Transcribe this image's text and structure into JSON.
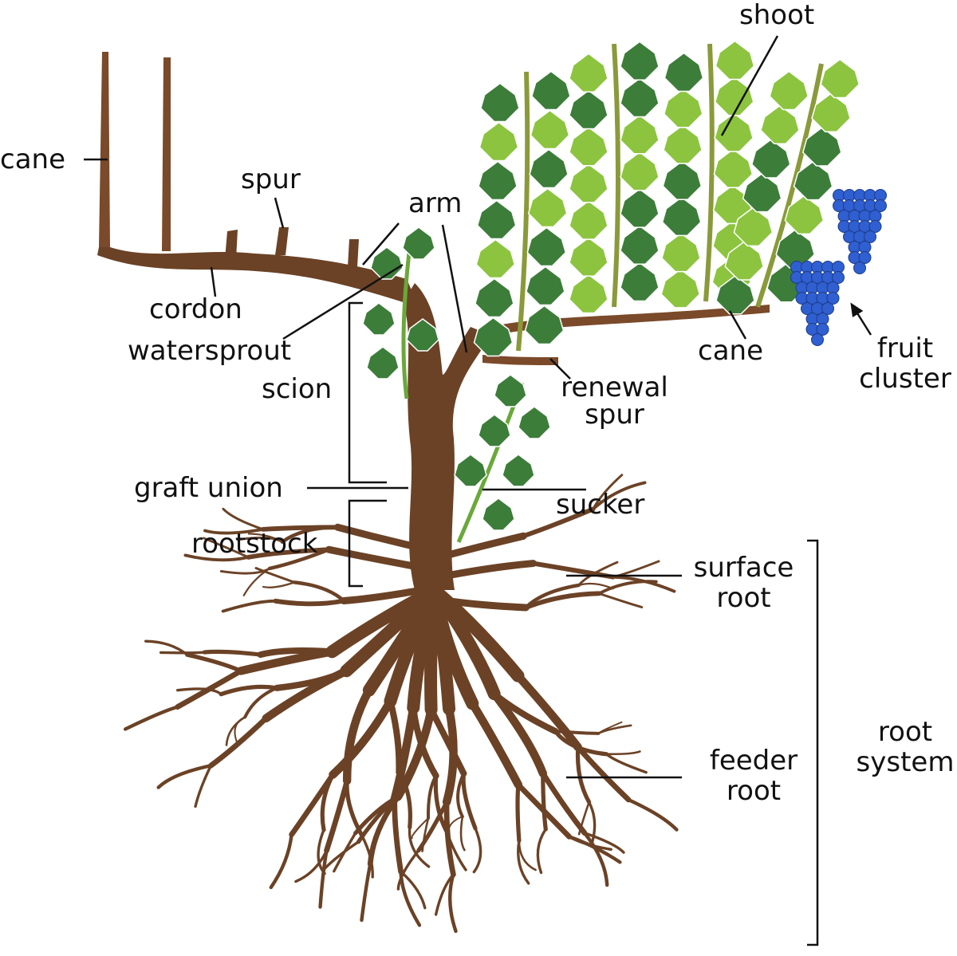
{
  "labels": {
    "cane_left": "cane",
    "spur": "spur",
    "arm": "arm",
    "cordon": "cordon",
    "watersprout": "watersprout",
    "scion": "scion",
    "graft_union": "graft union",
    "rootstock": "rootstock",
    "shoot": "shoot",
    "cane_right": "cane",
    "fruit_cluster_1": "fruit",
    "fruit_cluster_2": "cluster",
    "renewal_spur_1": "renewal",
    "renewal_spur_2": "spur",
    "sucker": "sucker",
    "surface_root_1": "surface",
    "surface_root_2": "root",
    "feeder_root_1": "feeder",
    "feeder_root_2": "root",
    "root_system_1": "root",
    "root_system_2": "system"
  },
  "colors": {
    "wood": "#6b4226",
    "wood_dark": "#4e2f1a",
    "leaf_light": "#8cc43f",
    "leaf_dark": "#3d7d3a",
    "shoot_stem": "#8a9a3a",
    "grape": "#2f5fd0",
    "line": "#111111"
  }
}
